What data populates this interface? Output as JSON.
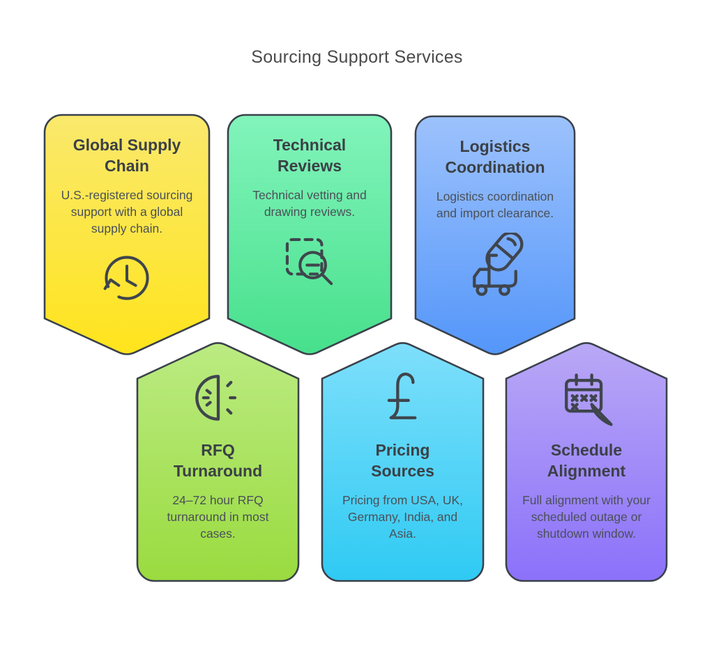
{
  "page": {
    "title": "Sourcing Support Services",
    "background": "#ffffff"
  },
  "colors": {
    "card_outline": "#3a414b",
    "icon_stroke": "#3f454d",
    "heading_text": "#3b4046",
    "body_text": "#4b5058",
    "title_text": "#4a4a4a"
  },
  "cards": [
    {
      "id": "global-supply-chain",
      "title": "Global Supply\nChain",
      "description": "U.S.-registered sourcing support with a global supply chain.",
      "icon": "history-clock-icon",
      "orientation": "point-down",
      "gradient_top": "#fae96d",
      "gradient_bottom": "#ffe41c"
    },
    {
      "id": "technical-reviews",
      "title": "Technical\nReviews",
      "description": "Technical vetting and drawing reviews.",
      "icon": "zoom-search-icon",
      "orientation": "point-down",
      "gradient_top": "#82f4bb",
      "gradient_bottom": "#47e08c"
    },
    {
      "id": "logistics-coordination",
      "title": "Logistics\nCoordination",
      "description": "Logistics coordination and import clearance.",
      "icon": "delivery-truck-capsule-icon",
      "orientation": "point-down",
      "gradient_top": "#9dc2fc",
      "gradient_bottom": "#5496fa"
    },
    {
      "id": "rfq-turnaround",
      "title": "RFQ\nTurnaround",
      "description": "24–72 hour RFQ turnaround in most cases.",
      "icon": "half-clock-timer-icon",
      "orientation": "point-up",
      "gradient_top": "#bbeb82",
      "gradient_bottom": "#9adb3f"
    },
    {
      "id": "pricing-sources",
      "title": "Pricing\nSources",
      "description": "Pricing from USA, UK, Germany, India, and Asia.",
      "icon": "pound-sterling-icon",
      "orientation": "point-up",
      "gradient_top": "#7edffb",
      "gradient_bottom": "#2fcaf3"
    },
    {
      "id": "schedule-alignment",
      "title": "Schedule\nAlignment",
      "description": "Full alignment with your scheduled outage or shutdown window.",
      "icon": "calendar-pen-icon",
      "orientation": "point-up",
      "gradient_top": "#b9a8f6",
      "gradient_bottom": "#8b71fa"
    }
  ]
}
